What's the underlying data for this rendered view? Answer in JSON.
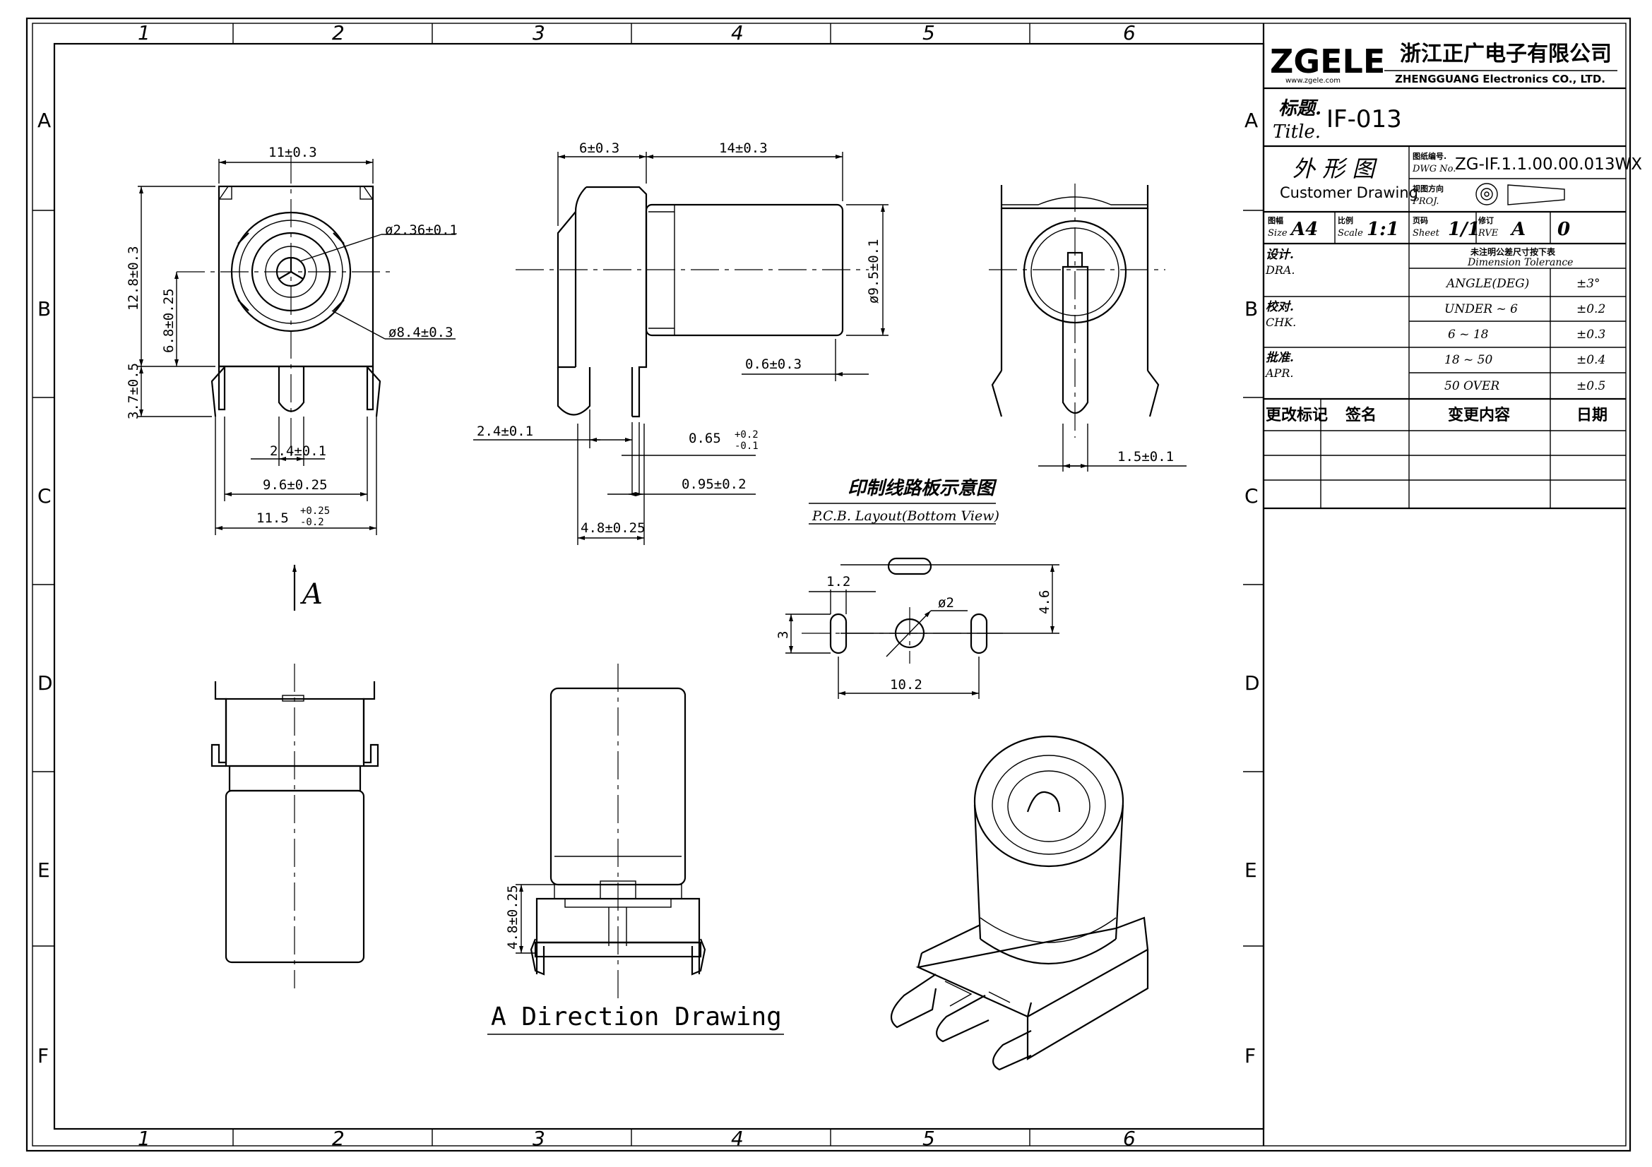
{
  "border": {
    "columns": [
      "1",
      "2",
      "3",
      "4",
      "5",
      "6"
    ],
    "rows": [
      "A",
      "B",
      "C",
      "D",
      "E",
      "F"
    ]
  },
  "titleblock": {
    "logo": "ZGELE",
    "logo_url": "www.zgele.com",
    "company_cn": "浙江正广电子有限公司",
    "company_en": "ZHENGGUANG Electronics CO., LTD.",
    "title_label_cn": "标题.",
    "title_label_en": "Title.",
    "title_value": "IF-013",
    "drawing_type_cn": "外 形 图",
    "drawing_type_en": "Customer Drawing",
    "dwg_label_cn": "图纸编号.",
    "dwg_label_en": "DWG No.",
    "dwg_value": "ZG-IF.1.1.00.00.013WX",
    "proj_label_cn": "视图方向",
    "proj_label_en": "PROJ.",
    "size_label_cn": "图幅",
    "size_label_en": "Size",
    "size_value": "A4",
    "scale_label_cn": "比例",
    "scale_label_en": "Scale",
    "scale_value": "1:1",
    "sheet_label_cn": "页码",
    "sheet_label_en": "Sheet",
    "sheet_value": "1/1",
    "rev_label_cn": "修订",
    "rev_label_en": "RVE",
    "rev_value": "A",
    "rev_num": "0",
    "dra_cn": "设计.",
    "dra_en": "DRA.",
    "chk_cn": "校对.",
    "chk_en": "CHK.",
    "apr_cn": "批准.",
    "apr_en": "APR.",
    "tol_header_cn": "未注明公差尺寸按下表",
    "tol_header_en": "Dimension Tolerance",
    "tolerances": [
      {
        "range": "ANGLE(DEG)",
        "tol": "±3°"
      },
      {
        "range": "UNDER ~ 6",
        "tol": "±0.2"
      },
      {
        "range": "6 ~ 18",
        "tol": "±0.3"
      },
      {
        "range": "18 ~ 50",
        "tol": "±0.4"
      },
      {
        "range": "50 OVER",
        "tol": "±0.5"
      }
    ],
    "change_mark": "更改标记",
    "signature": "签名",
    "change_content": "变更内容",
    "date": "日期"
  },
  "dims": {
    "front_width": "11±0.3",
    "front_height": "12.8±0.3",
    "front_center_h": "6.8±0.25",
    "front_pin_h": "3.7±0.5",
    "pin_dia": "ø2.36±0.1",
    "outer_dia": "ø8.4±0.3",
    "pin_spacing": "2.4±0.1",
    "pin_outer": "9.6±0.25",
    "base_width": "11.5",
    "base_width_tol_up": "+0.25",
    "base_width_tol_dn": "-0.2",
    "side_front": "6±0.3",
    "side_body": "14±0.3",
    "side_dia": "ø9.5±0.1",
    "side_gap": "0.6±0.3",
    "side_pin": "2.4±0.1",
    "side_thk": "0.65",
    "side_thk_tol_up": "+0.2",
    "side_thk_tol_dn": "-0.1",
    "side_pin_w": "0.95±0.2",
    "side_base": "4.8±0.25",
    "rear_pin": "1.5±0.1",
    "bottom_h": "4.8±0.25"
  },
  "pcb": {
    "title_cn": "印制线路板示意图",
    "title_en": "P.C.B. Layout(Bottom View)",
    "d1": "1.2",
    "d2": "ø2",
    "d3": "4.6",
    "d4": "3",
    "d5": "10.2"
  },
  "view_arrow": "A",
  "direction_label": "A Direction Drawing"
}
